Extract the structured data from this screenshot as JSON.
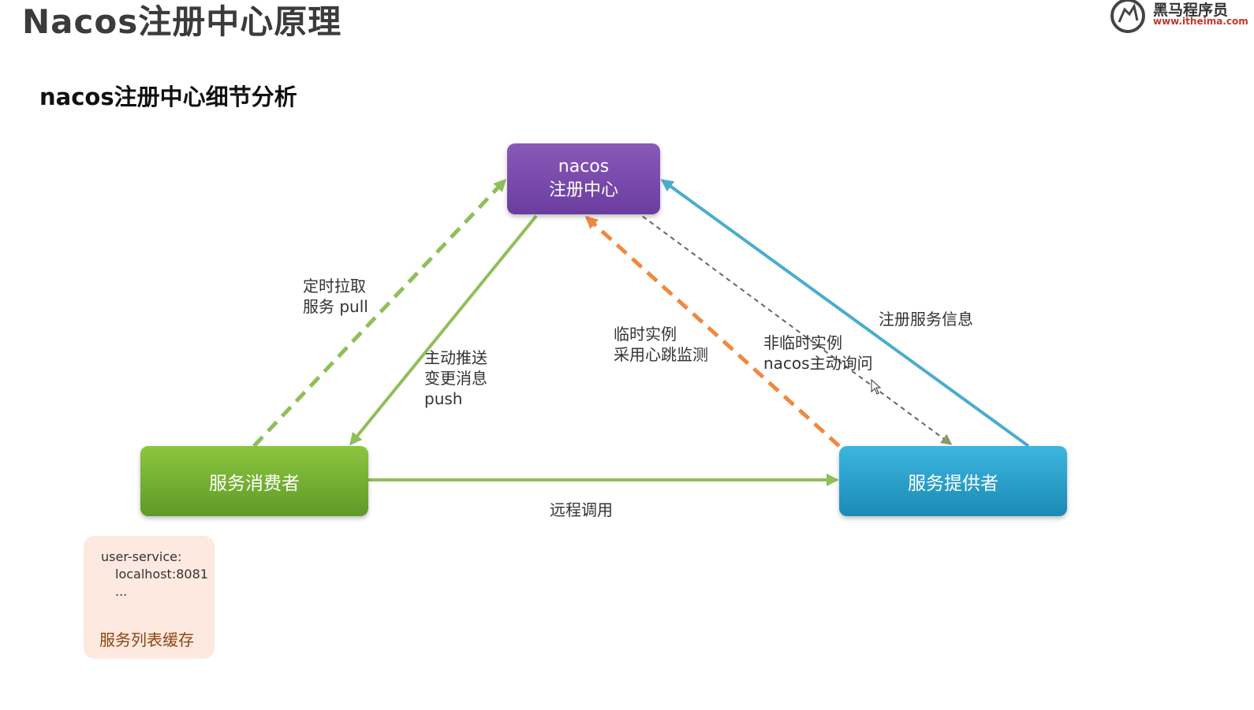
{
  "header": {
    "title": "Nacos注册中心原理",
    "subtitle": "nacos注册中心细节分析"
  },
  "logo": {
    "name": "黑马程序员",
    "url": "www.itheima.com"
  },
  "diagram": {
    "nodes": {
      "nacos": {
        "line1": "nacos",
        "line2": "注册中心",
        "color": "#7a4baf"
      },
      "consumer": {
        "label": "服务消费者",
        "color": "#7ab536"
      },
      "provider": {
        "label": "服务提供者",
        "color": "#2ba3cf"
      }
    },
    "edges": {
      "pull": {
        "line1": "定时拉取",
        "line2": "服务 pull",
        "color": "#8fbf5a",
        "style": "dashed"
      },
      "push": {
        "line1": "主动推送",
        "line2": "变更消息",
        "line3": "push",
        "color": "#8fbf5a",
        "style": "solid"
      },
      "heartbeat": {
        "line1": "临时实例",
        "line2": "采用心跳监测",
        "color": "#f0883e",
        "style": "dashed"
      },
      "probe": {
        "line1": "非临时实例",
        "line2": "nacos主动询问",
        "color": "#666666",
        "style": "dotted"
      },
      "register": {
        "label": "注册服务信息",
        "color": "#4aaccc",
        "style": "solid"
      },
      "rpc": {
        "label": "远程调用",
        "color": "#8fbf5a",
        "style": "solid"
      }
    }
  },
  "cache": {
    "line1": "user-service:",
    "line2": "localhost:8081",
    "line3": "...",
    "title": "服务列表缓存"
  }
}
